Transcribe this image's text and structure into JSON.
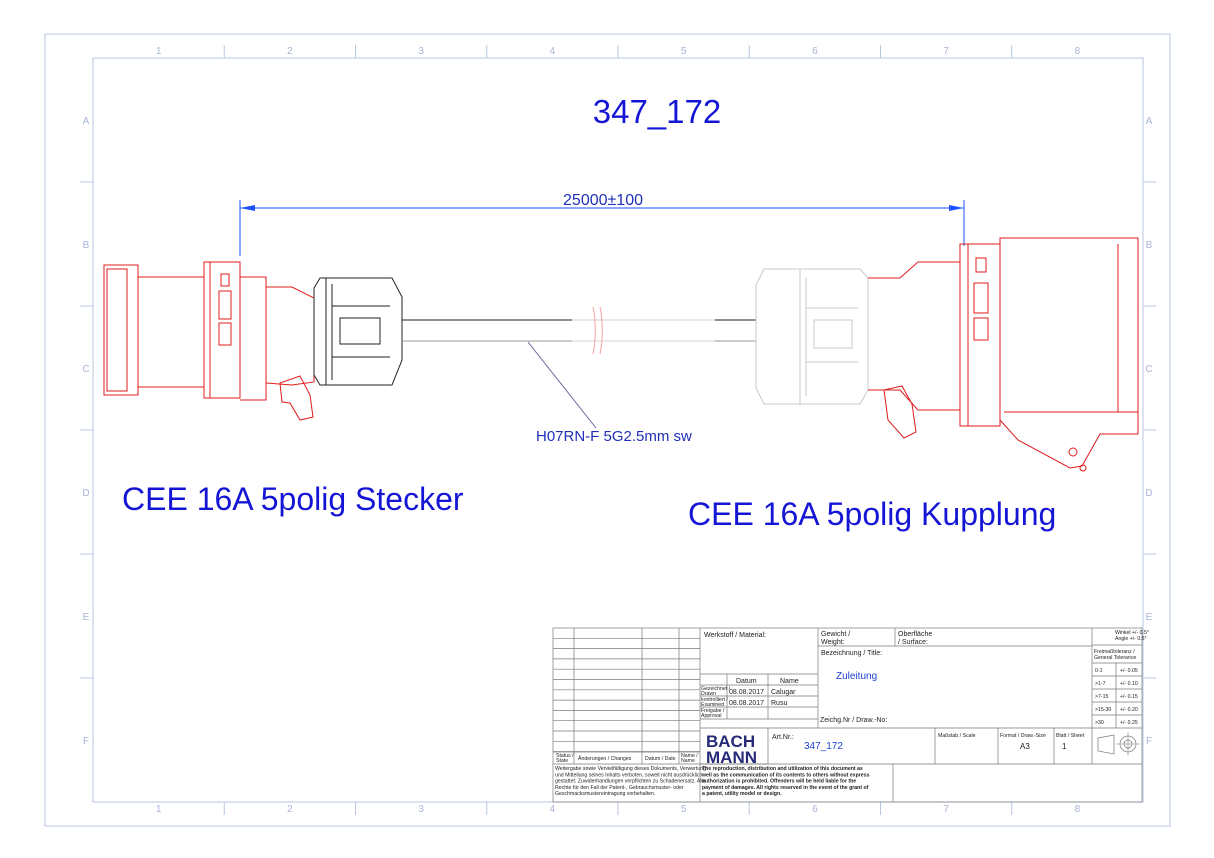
{
  "drawing": {
    "title": "347_172",
    "dimension": "25000±100",
    "cable_label": "H07RN-F 5G2.5mm sw",
    "left_label": "CEE 16A 5polig Stecker",
    "right_label": "CEE 16A 5polig Kupplung"
  },
  "zones": {
    "columns": [
      "1",
      "2",
      "3",
      "4",
      "5",
      "6",
      "7",
      "8"
    ],
    "rows": [
      "A",
      "B",
      "C",
      "D",
      "E",
      "F"
    ]
  },
  "title_block": {
    "material_label": "Werkstoff / Material:",
    "weight_label_1": "Gewicht /",
    "weight_label_2": "Weight:",
    "surface_label_1": "Oberfläche",
    "surface_label_2": "/ Surface:",
    "title_label": "Bezeichnung / Title:",
    "title_value": "Zuleitung",
    "date_header": "Datum",
    "name_header": "Name",
    "drawn_label_1": "Gezeichnet /",
    "drawn_label_2": "Drawn",
    "drawn_date": "08.08.2017",
    "drawn_name": "Calugar",
    "examined_label_1": "kontrolliert /",
    "examined_label_2": "Examined",
    "examined_date": "08.08.2017",
    "examined_name": "Rusu",
    "approval_label_1": "Freigabe /",
    "approval_label_2": "Approval",
    "drawing_no_label": "Zeichg.Nr / Draw.-No:",
    "art_label": "Art.Nr.:",
    "art_value": "347_172",
    "scale_label": "Maßstab / Scale",
    "format_label": "Format / Draw.-Size",
    "format_value": "A3",
    "sheet_label": "Blatt / Sheet",
    "sheet_value": "1",
    "status_label_1": "Status /",
    "status_label_2": "State",
    "changes_label": "Änderungen / Changes",
    "date_name_label": "Datum / Date",
    "name_label_1": "Name /",
    "name_label_2": "Name",
    "brand_line_1": "BACH",
    "brand_line_2": "MANN",
    "notice_de": [
      "Weitergabe sowie Vervielfältigung dieses Dokuments, Verwertung",
      "und Mitteilung seines Inhalts verboten, soweit nicht ausdrücklich",
      "gestattet. Zuwiderhandlungen verpflichten zu Schadenersatz. Alle",
      "Rechte für den Fall der Patent-, Gebrauchsmuster- oder",
      "Geschmacksmustereintragung vorbehalten."
    ],
    "notice_en": [
      "The reproduction, distribution and utilization of this document as",
      "well as the communication of its contents to others without express",
      "authorization is prohibited. Offenders will be held liable for the",
      "payment of damages. All rights reserved in the event of the grant of",
      "a patent, utility model or design."
    ],
    "angle_tol_1": "Winkel +/- 0.5°",
    "angle_tol_2": "Angle +/- 0.5°",
    "general_tol_1": "Freimaßtoleranz /",
    "general_tol_2": "General Tolerance",
    "tolerances": [
      {
        "range": "0-1",
        "tol": "+/- 0.05"
      },
      {
        "range": ">1-7",
        "tol": "+/- 0.10"
      },
      {
        "range": ">7-15",
        "tol": "+/- 0.15"
      },
      {
        "range": ">15-30",
        "tol": "+/- 0.20"
      },
      {
        "range": ">30",
        "tol": "+/- 0.25"
      }
    ]
  },
  "colors": {
    "frame": "#b9c6e0",
    "title_blue": "#1515d6",
    "plug_red": "#e01b1b",
    "dimension_blue": "#1e50ff",
    "brand": "#262a78"
  }
}
